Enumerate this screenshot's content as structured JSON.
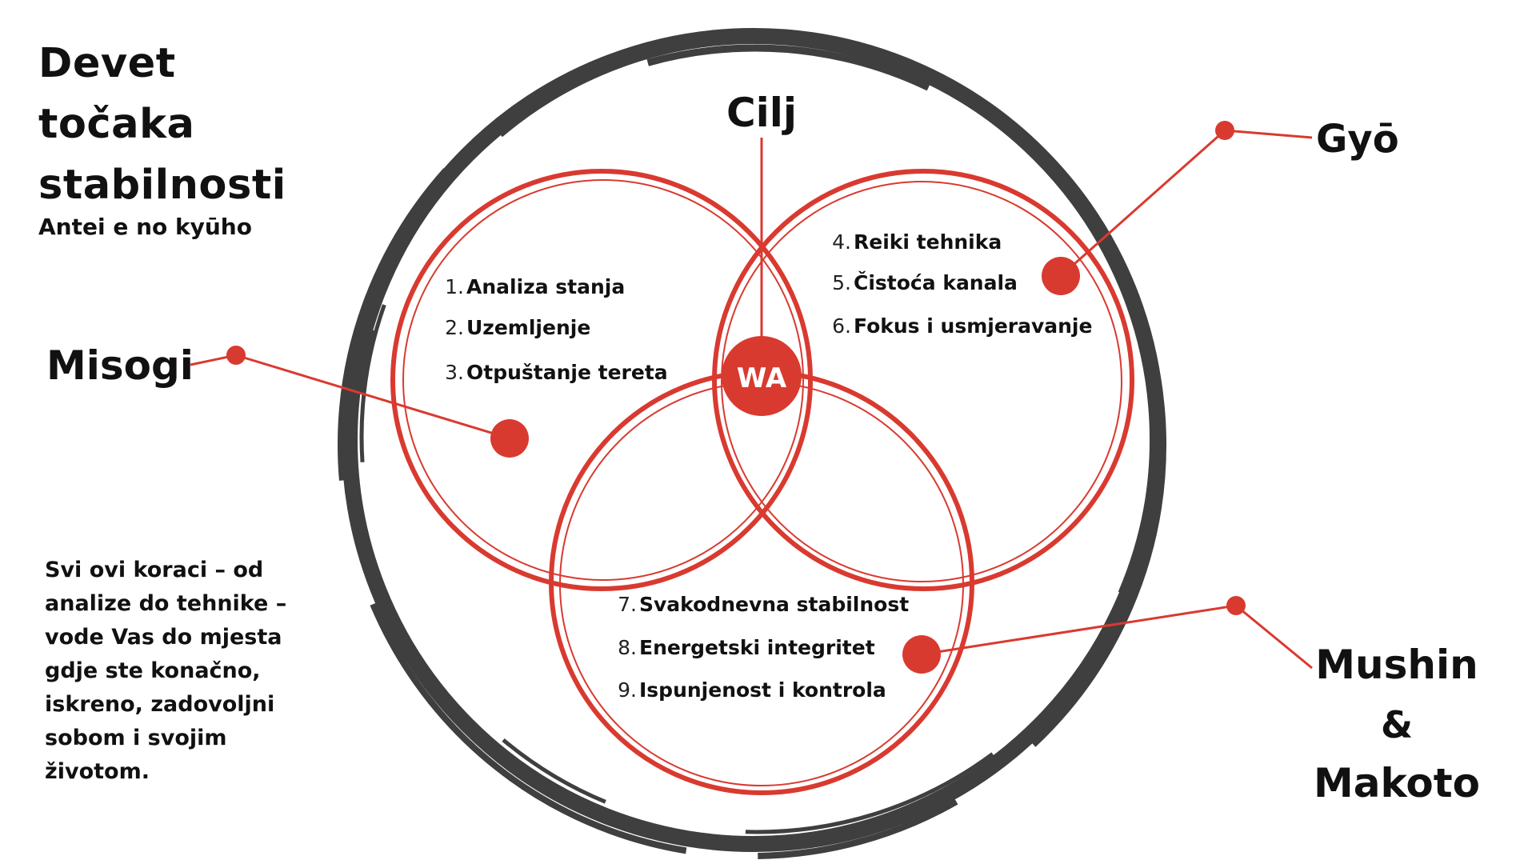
{
  "title": {
    "lines": [
      "Devet",
      "točaka",
      "stabilnosti"
    ],
    "subtitle": "Antei e no kyūho"
  },
  "summary_lines": [
    "Svi ovi koraci – od",
    "analize do tehnike –",
    "vode Vas do mjesta",
    "gdje ste konačno,",
    "iskreno, zadovoljni",
    "sobom i svojim",
    "životom."
  ],
  "center": {
    "label": "WA",
    "goal_label": "Cilj"
  },
  "groups": [
    {
      "id": "misogi",
      "label_lines": [
        "Misogi"
      ],
      "steps": [
        {
          "num": "1.",
          "text": "Analiza stanja"
        },
        {
          "num": "2.",
          "text": "Uzemljenje"
        },
        {
          "num": "3.",
          "text": "Otpuštanje tereta"
        }
      ]
    },
    {
      "id": "gyo",
      "label_lines": [
        "Gyō"
      ],
      "steps": [
        {
          "num": "4.",
          "text": "Reiki tehnika"
        },
        {
          "num": "5.",
          "text": "Čistoća kanala"
        },
        {
          "num": "6.",
          "text": "Fokus i usmjeravanje"
        }
      ]
    },
    {
      "id": "mushin",
      "label_lines": [
        "Mushin",
        "&",
        "Makoto"
      ],
      "steps": [
        {
          "num": "7.",
          "text": "Svakodnevna stabilnost"
        },
        {
          "num": "8.",
          "text": "Energetski integritet"
        },
        {
          "num": "9.",
          "text": "Ispunjenost i kontrola"
        }
      ]
    }
  ],
  "colors": {
    "accent_red": "#d93a30",
    "ring_dark": "#3f3f3f",
    "text": "#111111"
  }
}
